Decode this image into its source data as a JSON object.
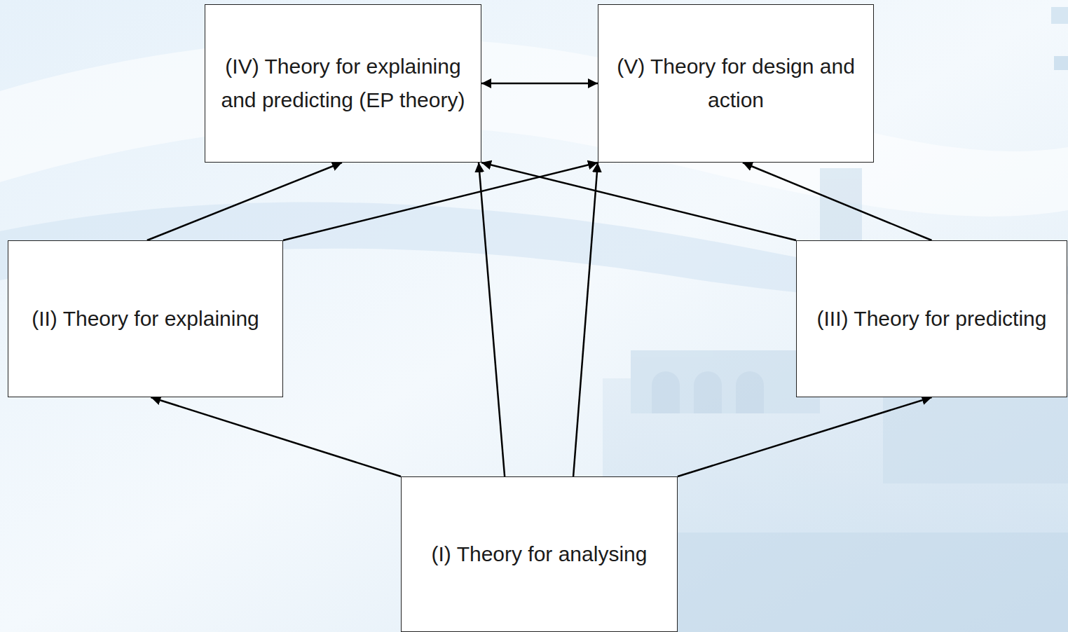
{
  "diagram": {
    "nodes": [
      {
        "text": [
          "(IV) Theory for explaining and predicting (EP theory)"
        ]
      },
      {
        "text": [
          "(V) Theory for design and action"
        ]
      },
      {
        "text": [
          "(II) Theory for explaining"
        ]
      },
      {
        "text": [
          "(III) Theory for predicting"
        ]
      },
      {
        "text": [
          "(I) Theory for analysing"
        ]
      }
    ],
    "edges": [
      {
        "from": 0,
        "to": 1,
        "arrow": "both"
      },
      {
        "from": 2,
        "to": 0,
        "arrow": "to"
      },
      {
        "from": 2,
        "to": 1,
        "arrow": "to"
      },
      {
        "from": 4,
        "to": 0,
        "arrow": "to"
      },
      {
        "from": 4,
        "to": 1,
        "arrow": "to"
      },
      {
        "from": 3,
        "to": 0,
        "arrow": "to"
      },
      {
        "from": 3,
        "to": 1,
        "arrow": "to"
      },
      {
        "from": 4,
        "to": 2,
        "arrow": "to"
      },
      {
        "from": 4,
        "to": 3,
        "arrow": "to"
      }
    ]
  }
}
